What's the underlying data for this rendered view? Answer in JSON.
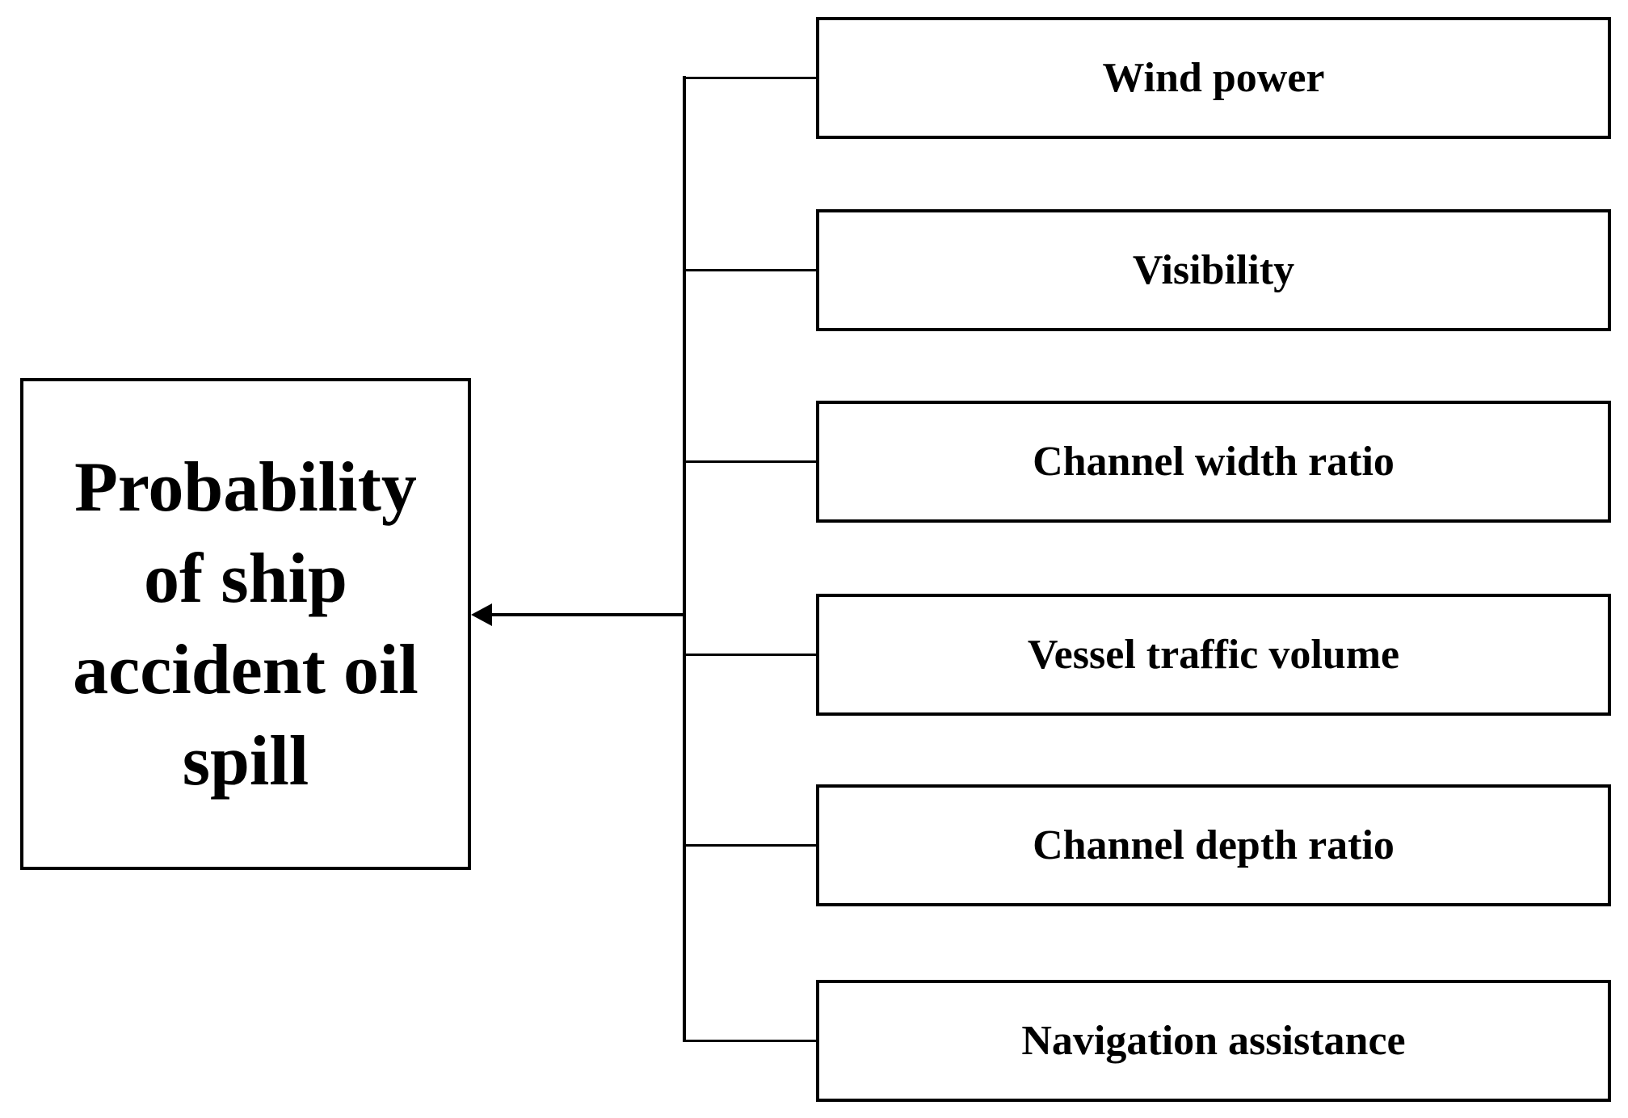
{
  "diagram": {
    "left_node": {
      "label": "Probability of ship accident oil spill",
      "lines": [
        "Probability",
        "of ship",
        "accident oil",
        "spill"
      ]
    },
    "factors": [
      {
        "label": "Wind power"
      },
      {
        "label": "Visibility"
      },
      {
        "label": "Channel width ratio"
      },
      {
        "label": "Vessel traffic volume"
      },
      {
        "label": "Channel depth ratio"
      },
      {
        "label": "Navigation assistance"
      }
    ],
    "colors": {
      "line": "#000000",
      "text": "#000000",
      "background": "#ffffff"
    }
  }
}
